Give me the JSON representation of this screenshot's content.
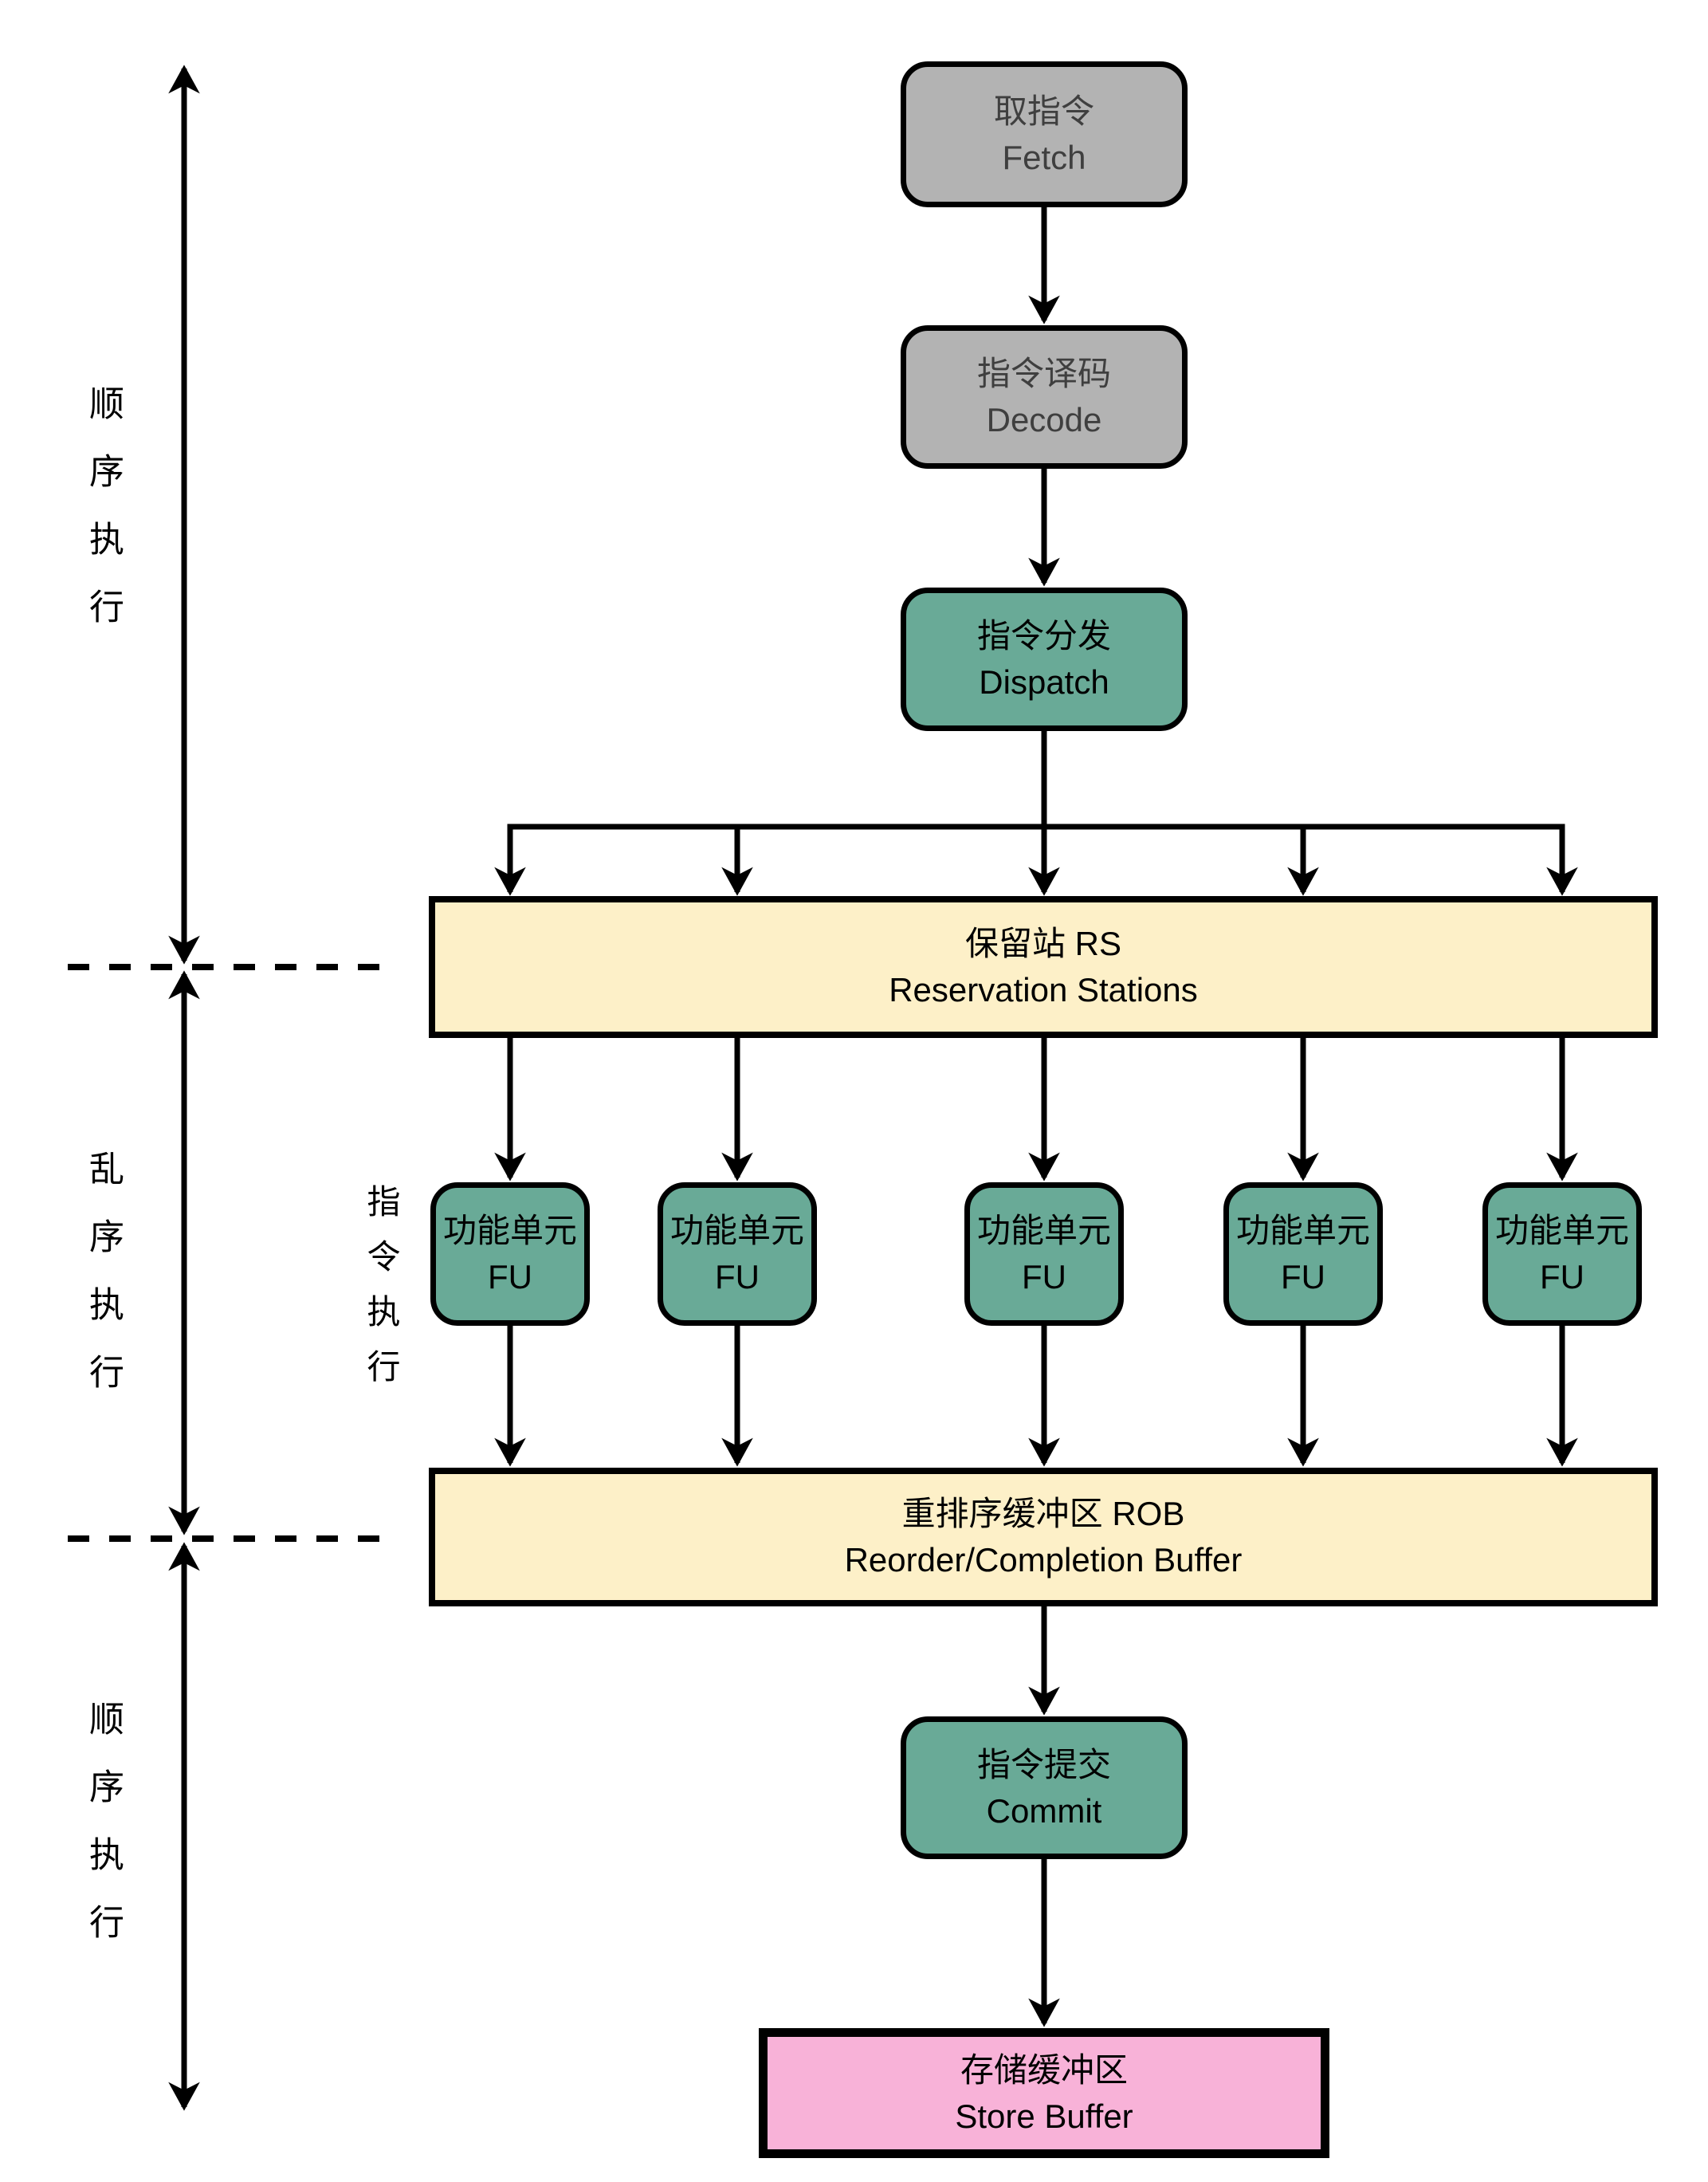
{
  "nodes": {
    "fetch": {
      "zh": "取指令",
      "en": "Fetch"
    },
    "decode": {
      "zh": "指令译码",
      "en": "Decode"
    },
    "dispatch": {
      "zh": "指令分发",
      "en": "Dispatch"
    },
    "reservation_stations": {
      "zh": "保留站 RS",
      "en": "Reservation Stations"
    },
    "functional_unit": {
      "zh": "功能单元",
      "en": "FU"
    },
    "reorder_buffer": {
      "zh": "重排序缓冲区 ROB",
      "en": "Reorder/Completion Buffer"
    },
    "commit": {
      "zh": "指令提交",
      "en": "Commit"
    },
    "store_buffer": {
      "zh": "存储缓冲区",
      "en": "Store Buffer"
    }
  },
  "functional_unit_count": 5,
  "side_labels": {
    "in_order_top": "顺序执行",
    "out_of_order": "乱序执行",
    "in_order_bottom": "顺序执行",
    "execution": "指令执行"
  },
  "colors": {
    "stage_gray": "#b3b3b3",
    "stage_teal": "#69aa97",
    "buffer_yellow": "#fdf0c8",
    "store_pink": "#f8b2d8",
    "line_black": "#000000"
  }
}
